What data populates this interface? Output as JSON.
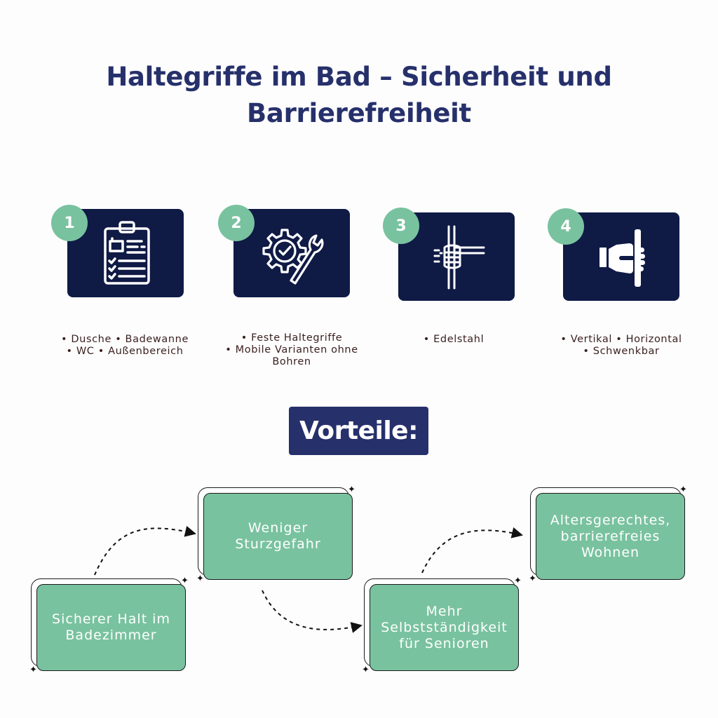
{
  "title": {
    "line1": "Haltegriffe im Bad – Sicherheit und",
    "line2": "Barrierefreiheit"
  },
  "steps": [
    {
      "number": "1",
      "icon": "clipboard-checklist-icon",
      "lines": [
        "• Dusche  • Badewanne",
        "• WC  • Außenbereich"
      ]
    },
    {
      "number": "2",
      "icon": "gear-wrench-check-icon",
      "lines": [
        "• Feste Haltegriffe",
        "• Mobile Varianten ohne",
        "Bohren"
      ]
    },
    {
      "number": "3",
      "icon": "hand-grab-bar-icon",
      "lines": [
        "• Edelstahl"
      ]
    },
    {
      "number": "4",
      "icon": "hand-holding-bar-icon",
      "lines": [
        "•  Vertikal • Horizontal",
        "• Schwenkbar"
      ]
    }
  ],
  "vorteile_label": "Vorteile:",
  "benefits": [
    {
      "lines": [
        "Sicherer Halt im",
        "Badezimmer"
      ]
    },
    {
      "lines": [
        "Weniger",
        "Sturzgefahr"
      ]
    },
    {
      "lines": [
        "Mehr",
        "Selbstständigkeit",
        "für Senioren"
      ]
    },
    {
      "lines": [
        "Altersgerechtes,",
        "barrierefreies",
        "Wohnen"
      ]
    }
  ],
  "colors": {
    "title": "#26306b",
    "card": "#0f1a45",
    "badge": "#79c29f",
    "benefit_box": "#79c29f",
    "vorteile_bg": "#26306b",
    "bullet_text": "#3a1f1f"
  }
}
